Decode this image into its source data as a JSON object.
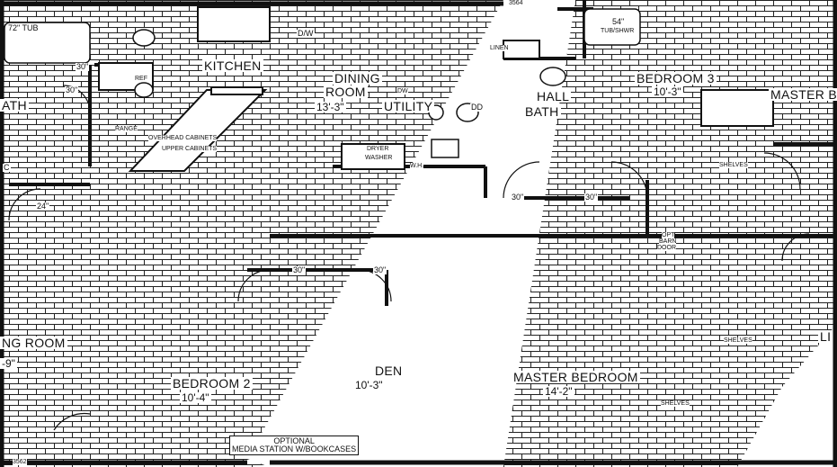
{
  "rooms": {
    "kitchen": {
      "name": "KITCHEN"
    },
    "dining": {
      "name": "DINING",
      "name2": "ROOM",
      "dim": "13'-3\""
    },
    "utility": {
      "name": "UTILITY"
    },
    "hall_bath": {
      "name": "HALL",
      "name2": "BATH"
    },
    "bedroom3": {
      "name": "BEDROOM 3",
      "dim": "10'-3\""
    },
    "master_bath": {
      "name": "MASTER B"
    },
    "living": {
      "name": "NG ROOM",
      "dim": "-9\""
    },
    "bedroom2": {
      "name": "BEDROOM 2",
      "dim": "10'-4\""
    },
    "den": {
      "name": "DEN",
      "dim": "10'-3\""
    },
    "master_bedroom": {
      "name": "MASTER BEDROOM",
      "dim": "14'-2\""
    },
    "partial_left": {
      "name": "ATH"
    },
    "partial_right": {
      "name": "LI"
    }
  },
  "fixtures": {
    "tub_shower_left": "72\" TUB",
    "tub_shower_right_size": "54\"",
    "tub_shower_right_type": "TUB/SHWR",
    "dishwasher": "D/W",
    "dryer": "DRYER",
    "washer": "WASHER",
    "wh": "W.H.",
    "opt_barn_door_1": "OPT",
    "opt_barn_door_2": "BARN",
    "opt_barn_door_3": "DOOR",
    "optional_1": "OPTIONAL",
    "optional_2": "MEDIA STATION W/BOOKCASES",
    "dw_box": "DW",
    "ref": "REF",
    "range": "RANGE",
    "overhead_1": "OVERHEAD CABINETS",
    "overhead_2": "UPPER CABINETS",
    "linen": "LINEN",
    "shelves_1": "SHELVES",
    "shelves_2": "SHELVES",
    "shelves_3": "SHELVES"
  },
  "door_sizes": {
    "d30_a": "30\"",
    "d30_b": "30\"",
    "d30_c": "30\"",
    "d30_d": "30\"",
    "d30_e": "30\"",
    "d24": "24\"",
    "d30_f": "30\""
  },
  "misc": {
    "corner_top": "3564",
    "corner_bottom": "3562",
    "mark_c": "C",
    "mark_dd": "DD"
  }
}
